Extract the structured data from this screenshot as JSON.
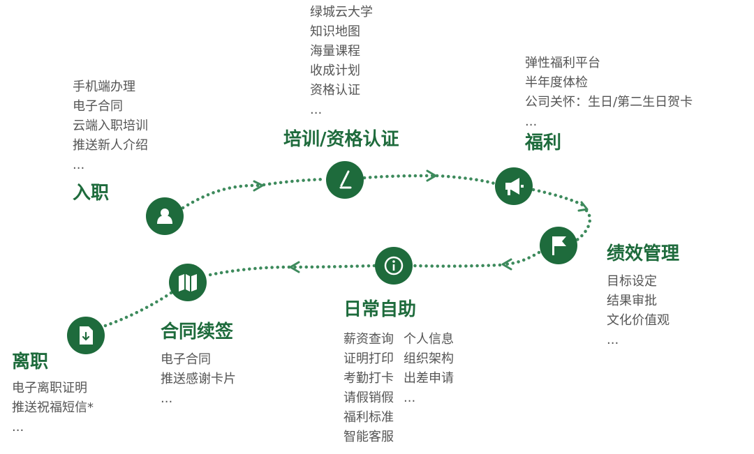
{
  "colors": {
    "accent": "#1e6b3c",
    "node": "#1e6b3c",
    "path": "#3d8a5c",
    "text": "#555555"
  },
  "stages": {
    "onboarding": {
      "title": "入职",
      "items": [
        "手机端办理",
        "电子合同",
        "云端入职培训",
        "推送新人介绍",
        "..."
      ],
      "icon": "user-icon"
    },
    "training": {
      "title": "培训/资格认证",
      "items": [
        "绿城云大学",
        "知识地图",
        "海量课程",
        "收成计划",
        "资格认证",
        "..."
      ],
      "icon": "pen-icon"
    },
    "benefits": {
      "title": "福利",
      "items": [
        "弹性福利平台",
        "半年度体检",
        "公司关怀：生日/第二生日贺卡",
        "..."
      ],
      "icon": "megaphone-icon"
    },
    "performance": {
      "title": "绩效管理",
      "items": [
        "目标设定",
        "结果审批",
        "文化价值观",
        "..."
      ],
      "icon": "flag-icon"
    },
    "daily": {
      "title": "日常自助",
      "col1": [
        "薪资查询",
        "证明打印",
        "考勤打卡",
        "请假销假",
        "福利标准",
        "智能客服"
      ],
      "col2": [
        "个人信息",
        "组织架构",
        "出差申请",
        "..."
      ],
      "icon": "info-icon"
    },
    "contract": {
      "title": "合同续签",
      "items": [
        "电子合同",
        "推送感谢卡片",
        "..."
      ],
      "icon": "map-icon"
    },
    "offboarding": {
      "title": "离职",
      "items": [
        "电子离职证明",
        "推送祝福短信*",
        "..."
      ],
      "icon": "document-download-icon"
    }
  }
}
